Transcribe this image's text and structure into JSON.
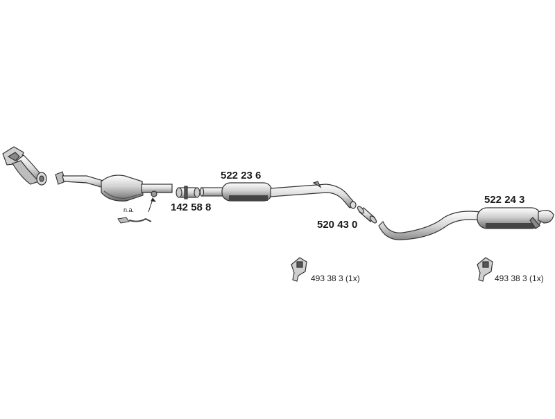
{
  "diagram": {
    "parts": {
      "clamp_front": "142 58 8",
      "front_muffler": "522 23 6",
      "clamp_mid": "520 43 0",
      "rear_muffler": "522 24 3"
    },
    "hangers": {
      "left": "493 38 3 (1x)",
      "right": "493 38 3 (1x)"
    },
    "sensor_note": "n.a."
  }
}
